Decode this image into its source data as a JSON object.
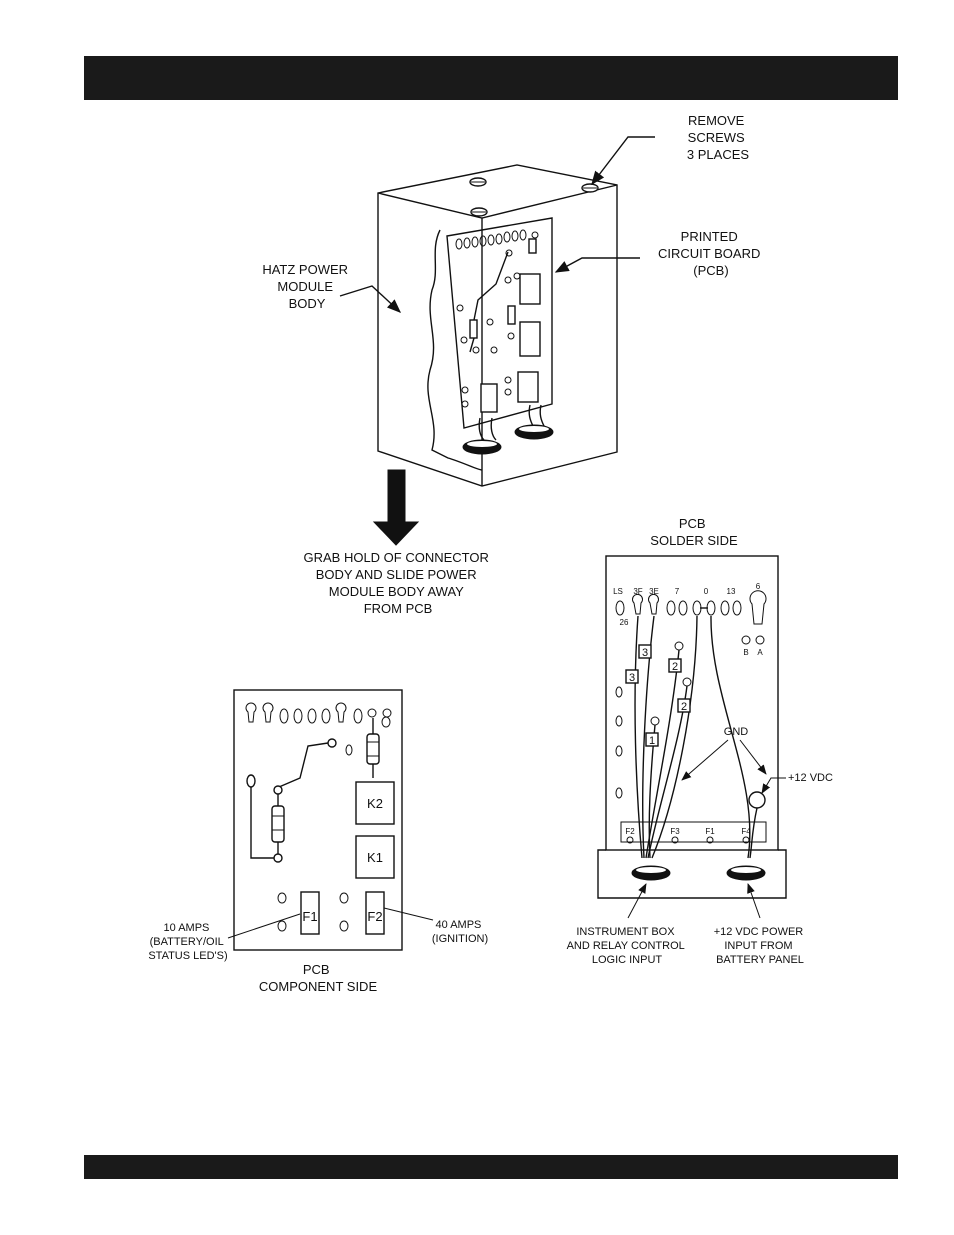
{
  "callouts": {
    "remove_screws": [
      "REMOVE",
      "SCREWS",
      "3 PLACES"
    ],
    "printed_circuit_board": [
      "PRINTED",
      "CIRCUIT BOARD",
      "(PCB)"
    ],
    "hatz_body": [
      "HATZ POWER",
      "MODULE",
      "BODY"
    ],
    "grab_hold": [
      "GRAB HOLD OF CONNECTOR",
      "BODY AND SLIDE POWER",
      "MODULE BODY AWAY",
      "FROM PCB"
    ],
    "solder_side_title": [
      "PCB",
      "SOLDER SIDE"
    ],
    "component_side_title": [
      "PCB",
      "COMPONENT SIDE"
    ],
    "ten_amps": [
      "10 AMPS",
      "(BATTERY/OIL",
      "STATUS LED'S)"
    ],
    "forty_amps": [
      "40 AMPS",
      "(IGNITION)"
    ],
    "gnd": "GND",
    "plus_12vdc": "+12 VDC",
    "instrument_box": [
      "INSTRUMENT BOX",
      "AND RELAY CONTROL",
      "LOGIC INPUT"
    ],
    "power_input": [
      "+12 VDC POWER",
      "INPUT FROM",
      "BATTERY PANEL"
    ]
  },
  "component_side": {
    "relays": [
      "K2",
      "K1"
    ],
    "fuses": [
      "F1",
      "F2"
    ]
  },
  "solder_side": {
    "terminals": [
      "LS",
      "3F",
      "3E",
      "7",
      "0",
      "13",
      "6"
    ],
    "terminal_sub": "26",
    "leds": [
      "B",
      "A"
    ],
    "fuse_labels": [
      "F2",
      "F3",
      "F1",
      "F4"
    ],
    "wire_tags": [
      "3",
      "3",
      "2",
      "2",
      "1"
    ]
  }
}
